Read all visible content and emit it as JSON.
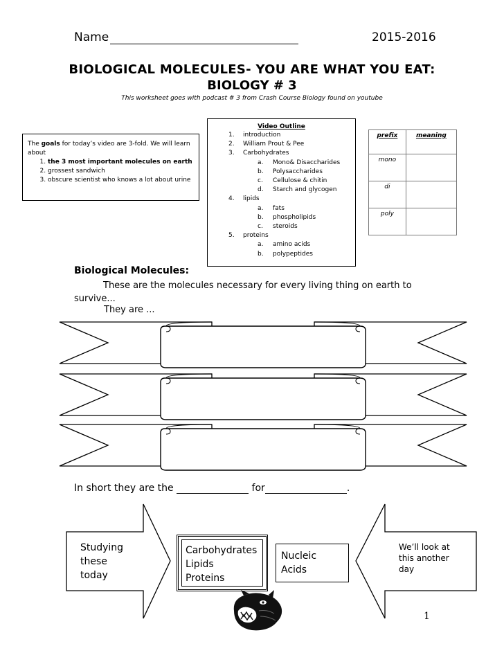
{
  "header": {
    "name_label": "Name",
    "year": "2015-2016",
    "title_line1": "BIOLOGICAL MOLECULES- YOU ARE WHAT YOU EAT:",
    "title_line2": "BIOLOGY # 3",
    "subtitle": "This worksheet goes with podcast # 3  from Crash Course Biology found on youtube"
  },
  "goals": {
    "intro_pre": "The ",
    "intro_bold": "goals",
    "intro_post": " for today’s video are 3-fold.  We will learn about",
    "items": [
      "the 3 most important molecules on earth",
      "grossest sandwich",
      "obscure scientist who knows a lot about urine"
    ]
  },
  "outline": {
    "heading": "Video Outline",
    "rows": [
      {
        "num": "1.",
        "text": "introduction"
      },
      {
        "num": "2.",
        "text": "William Prout & Pee"
      },
      {
        "num": "3.",
        "text": "Carbohydrates"
      },
      {
        "num": "a.",
        "text": "Mono& Disaccharides"
      },
      {
        "num": "b.",
        "text": "Polysaccharides"
      },
      {
        "num": "c.",
        "text": "Cellulose & chitin"
      },
      {
        "num": "d.",
        "text": "Starch and glycogen"
      },
      {
        "num": "4.",
        "text": "lipids"
      },
      {
        "num": "a.",
        "text": "fats"
      },
      {
        "num": "b.",
        "text": "phospholipids"
      },
      {
        "num": "c.",
        "text": "steroids"
      },
      {
        "num": "5.",
        "text": "proteins"
      },
      {
        "num": "a.",
        "text": "amino acids"
      },
      {
        "num": "b.",
        "text": "polypeptides"
      }
    ]
  },
  "prefix_table": {
    "headers": [
      "prefix",
      "meaning"
    ],
    "rows": [
      [
        "mono",
        ""
      ],
      [
        "di",
        ""
      ],
      [
        "poly",
        ""
      ]
    ]
  },
  "bio_molecules": {
    "heading": "Biological Molecules:",
    "body": "These are the molecules necessary for every living thing on earth to survive...",
    "they_are": "They are ..."
  },
  "in_short": {
    "part1": "In short they are the ",
    "part2": " for",
    "part3": "."
  },
  "arrows": {
    "left_text": [
      "Studying",
      "these",
      "today"
    ],
    "right_text": [
      "We’ll look at",
      "this another",
      "day"
    ]
  },
  "molecule_boxes": {
    "studying": [
      "Carbohydrates",
      "Lipids",
      "Proteins"
    ],
    "later": [
      "Nucleic",
      "Acids"
    ]
  },
  "page_number": "1"
}
